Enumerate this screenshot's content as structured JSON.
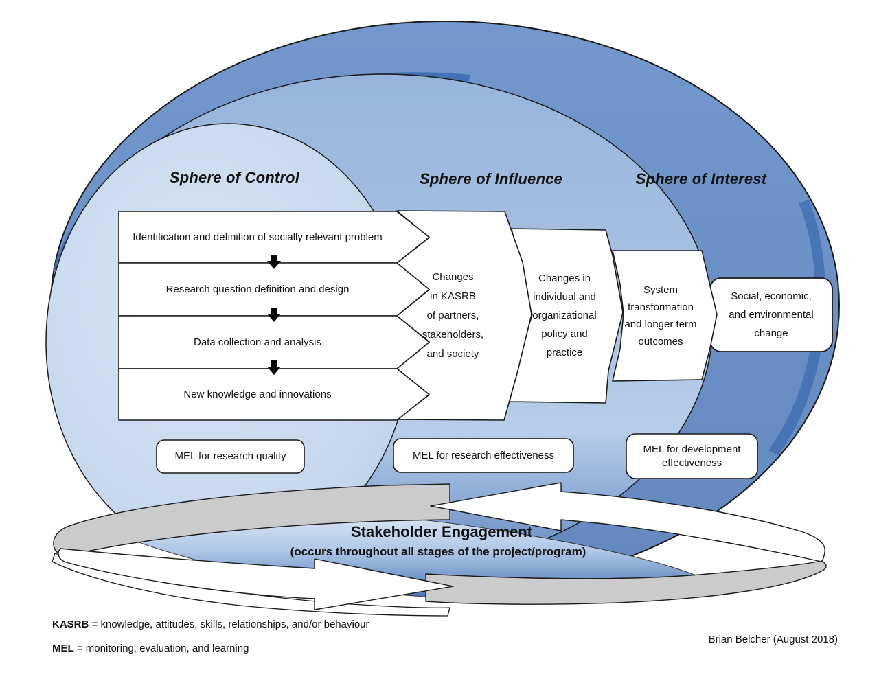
{
  "diagram": {
    "spheres": [
      {
        "label": "Sphere of Control"
      },
      {
        "label": "Sphere of Influence"
      },
      {
        "label": "Sphere of Interest"
      }
    ],
    "steps": [
      "Identification and definition of socially relevant problem",
      "Research question definition and design",
      "Data collection and analysis",
      "New knowledge and innovations"
    ],
    "outcomes": [
      {
        "lines": [
          "Changes",
          "in KASRB",
          "of partners,",
          "stakeholders,",
          "and society"
        ]
      },
      {
        "lines": [
          "Changes in",
          "individual and",
          "organizational",
          "policy and",
          "practice"
        ]
      },
      {
        "lines": [
          "System",
          "transformation",
          "and longer term",
          "outcomes"
        ]
      },
      {
        "lines": [
          "Social, economic,",
          "and environmental",
          "change"
        ]
      }
    ],
    "mel": [
      {
        "lines": [
          "MEL for research quality"
        ]
      },
      {
        "lines": [
          "MEL for research effectiveness"
        ]
      },
      {
        "lines": [
          "MEL for development",
          "effectiveness"
        ]
      }
    ],
    "stakeholder": {
      "title": "Stakeholder Engagement",
      "subtitle": "(occurs throughout all stages of the project/program)"
    },
    "footnotes": [
      {
        "term": "KASRB",
        "definition": " = knowledge, attitudes, skills, relationships, and/or behaviour"
      },
      {
        "term": "MEL",
        "definition": " = monitoring, evaluation, and learning"
      }
    ],
    "attribution": "Brian Belcher (August 2018)",
    "icons": {
      "step_flow": "down-arrow"
    },
    "colors": {
      "outer": "#6A90C5",
      "middle": "#A7C1E3",
      "inner": "#C8DAEF",
      "shadow": "#3A69AD",
      "blob_dark": "#4470B2",
      "ring_gray": "#CBCBCB",
      "ring_white": "#FFFFFF",
      "stroke": "#1A1A1A"
    }
  }
}
